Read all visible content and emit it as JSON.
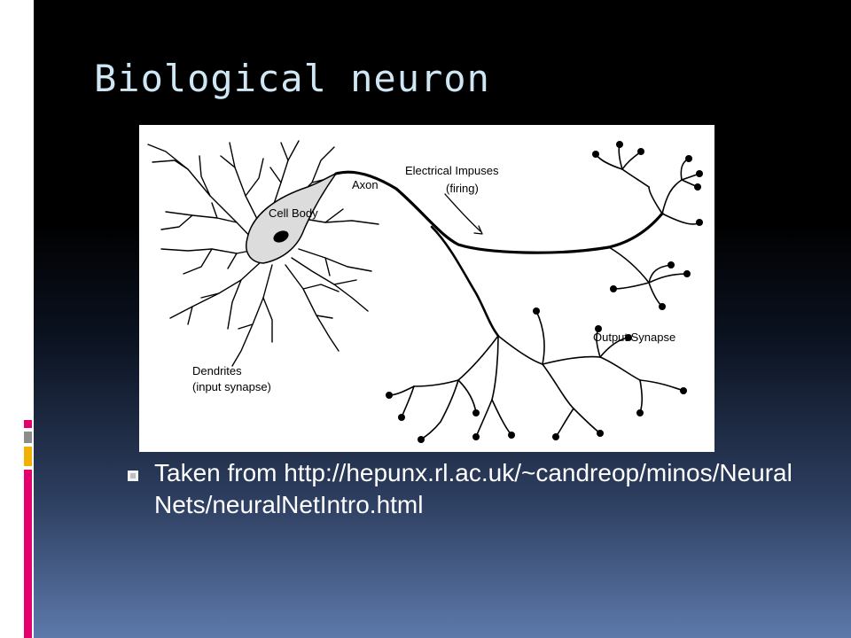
{
  "slide": {
    "title": "Biological neuron",
    "bullet": "Taken from http://hepunx.rl.ac.uk/~candreop/minos/NeuralNets/neuralNetIntro.html"
  },
  "diagram": {
    "labels": {
      "cell_body": "Cell Body",
      "axon": "Axon",
      "impulses_line1": "Electrical Impuses",
      "impulses_line2": "(firing)",
      "dendrites_line1": "Dendrites",
      "dendrites_line2": "(input synapse)",
      "output_synapse": "Output Synapse"
    }
  },
  "colors": {
    "title": "#cfe6f5",
    "accent_pink": "#e3006e",
    "accent_yellow": "#f2b100",
    "accent_gray": "#8c8c8c"
  }
}
